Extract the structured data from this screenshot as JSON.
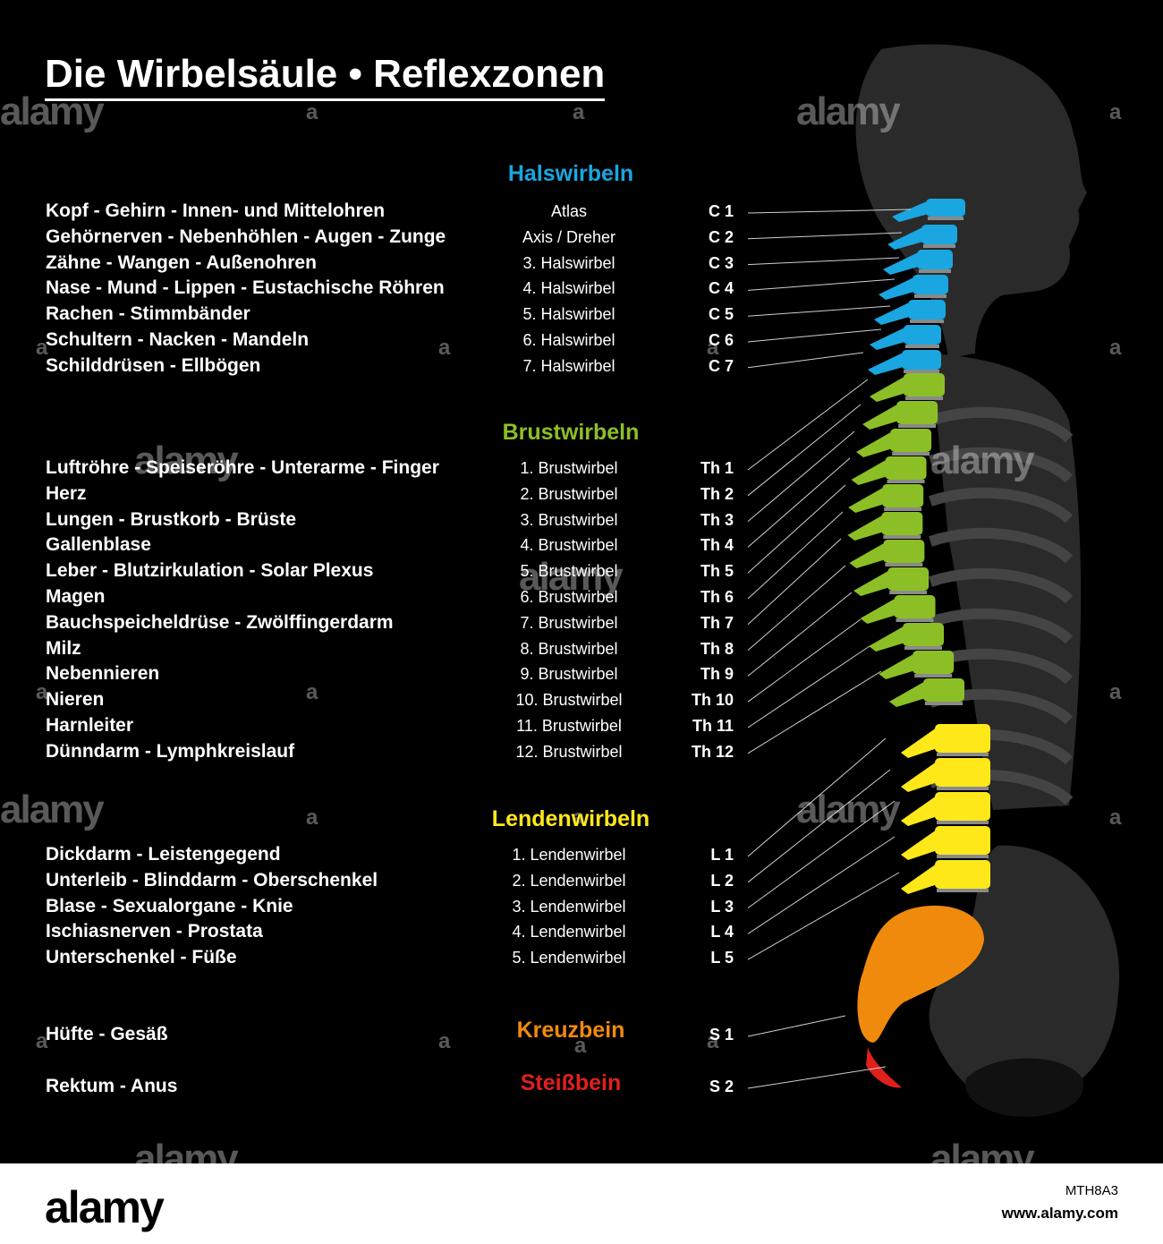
{
  "title": "Die Wirbelsäule • Reflexzonen",
  "colors": {
    "cervical": "#1aa6e0",
    "thoracic": "#8cbf26",
    "lumbar": "#ffe81a",
    "sacrum": "#f08a0c",
    "coccyx": "#e0201c",
    "silhouette": "#2a2a2a",
    "disc": "#8a8a8a"
  },
  "sections": [
    {
      "heading": "Halswirbeln",
      "color": "#1aa6e0",
      "rows": [
        {
          "organs": "Kopf - Gehirn - Innen- und Mittelohren",
          "vertebra": "Atlas",
          "code": "C 1"
        },
        {
          "organs": "Gehörnerven - Nebenhöhlen - Augen - Zunge",
          "vertebra": "Axis / Dreher",
          "code": "C 2"
        },
        {
          "organs": "Zähne - Wangen - Außenohren",
          "vertebra": "3. Halswirbel",
          "code": "C 3"
        },
        {
          "organs": "Nase - Mund - Lippen - Eustachische Röhren",
          "vertebra": "4. Halswirbel",
          "code": "C 4"
        },
        {
          "organs": "Rachen - Stimmbänder",
          "vertebra": "5. Halswirbel",
          "code": "C 5"
        },
        {
          "organs": "Schultern - Nacken - Mandeln",
          "vertebra": "6. Halswirbel",
          "code": "C 6"
        },
        {
          "organs": "Schilddrüsen - Ellbögen",
          "vertebra": "7. Halswirbel",
          "code": "C 7"
        }
      ]
    },
    {
      "heading": "Brustwirbeln",
      "color": "#8cbf26",
      "rows": [
        {
          "organs": "Luftröhre - Speiseröhre - Unterarme - Finger",
          "vertebra": "1. Brustwirbel",
          "code": "Th 1"
        },
        {
          "organs": "Herz",
          "vertebra": "2. Brustwirbel",
          "code": "Th 2"
        },
        {
          "organs": "Lungen - Brustkorb - Brüste",
          "vertebra": "3. Brustwirbel",
          "code": "Th 3"
        },
        {
          "organs": "Gallenblase",
          "vertebra": "4. Brustwirbel",
          "code": "Th 4"
        },
        {
          "organs": "Leber - Blutzirkulation - Solar Plexus",
          "vertebra": "5. Brustwirbel",
          "code": "Th 5"
        },
        {
          "organs": "Magen",
          "vertebra": "6. Brustwirbel",
          "code": "Th 6"
        },
        {
          "organs": "Bauchspeicheldrüse - Zwölffingerdarm",
          "vertebra": "7. Brustwirbel",
          "code": "Th 7"
        },
        {
          "organs": "Milz",
          "vertebra": "8. Brustwirbel",
          "code": "Th 8"
        },
        {
          "organs": "Nebennieren",
          "vertebra": "9. Brustwirbel",
          "code": "Th 9"
        },
        {
          "organs": "Nieren",
          "vertebra": "10. Brustwirbel",
          "code": "Th 10"
        },
        {
          "organs": "Harnleiter",
          "vertebra": "11. Brustwirbel",
          "code": "Th 11"
        },
        {
          "organs": "Dünndarm - Lymphkreislauf",
          "vertebra": "12. Brustwirbel",
          "code": "Th 12"
        }
      ]
    },
    {
      "heading": "Lendenwirbeln",
      "color": "#ffe81a",
      "rows": [
        {
          "organs": "Dickdarm - Leistengegend",
          "vertebra": "1. Lendenwirbel",
          "code": "L 1"
        },
        {
          "organs": "Unterleib - Blinddarm - Oberschenkel",
          "vertebra": "2. Lendenwirbel",
          "code": "L 2"
        },
        {
          "organs": "Blase - Sexualorgane - Knie",
          "vertebra": "3. Lendenwirbel",
          "code": "L 3"
        },
        {
          "organs": "Ischiasnerven - Prostata",
          "vertebra": "4. Lendenwirbel",
          "code": "L 4"
        },
        {
          "organs": "Unterschenkel - Füße",
          "vertebra": "5. Lendenwirbel",
          "code": "L 5"
        }
      ]
    },
    {
      "heading": "Kreuzbein",
      "color": "#f08a0c",
      "rows": [
        {
          "organs": "Hüfte - Gesäß",
          "vertebra": "",
          "code": "S 1"
        }
      ]
    },
    {
      "heading": "Steißbein",
      "color": "#e0201c",
      "rows": [
        {
          "organs": "Rektum - Anus",
          "vertebra": "",
          "code": "S 2"
        }
      ]
    }
  ],
  "watermark": {
    "text": "alamy",
    "letter": "a"
  },
  "footer": {
    "logo": "alamy",
    "image_id": "MTH8A3",
    "url": "www.alamy.com"
  }
}
